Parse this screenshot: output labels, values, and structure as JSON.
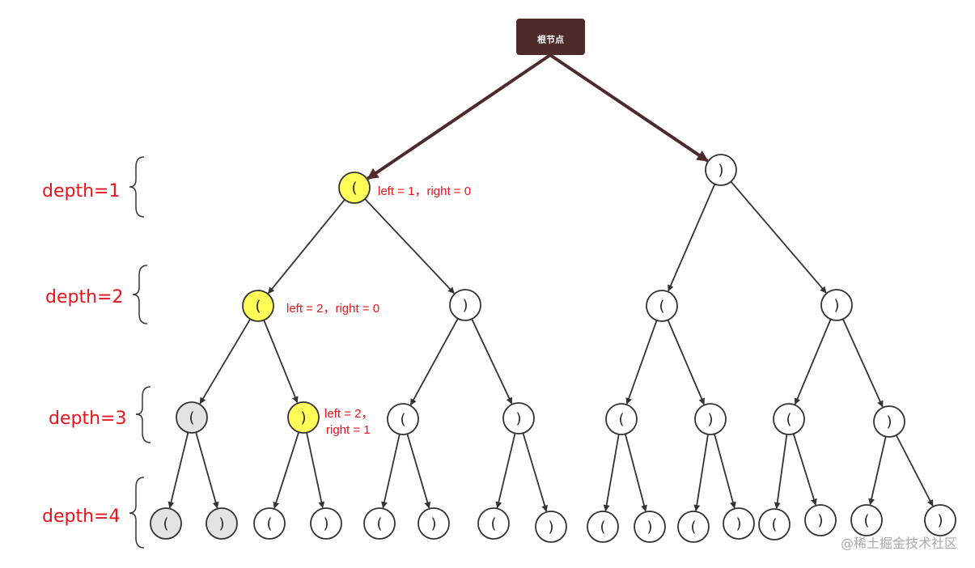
{
  "root": {
    "label": "根节点",
    "fill": "#4e2a2a"
  },
  "depth_labels": [
    "depth=1",
    "depth=2",
    "depth=3",
    "depth=4"
  ],
  "annotations": [
    [
      "left = 1，right = 0"
    ],
    [
      "left = 2，right = 0"
    ],
    [
      "left = 2，",
      "right = 1"
    ]
  ],
  "watermark": "@稀土掘金技术社区",
  "colors": {
    "highlight": "#ffff57",
    "visited": "#e3e3e3",
    "default": "#ffffff",
    "edge": "#333333",
    "root_edge": "#4e2a2a",
    "annotation": "#e8141b"
  },
  "tree": {
    "levels": [
      [
        "(",
        ")"
      ],
      [
        "(",
        ")",
        "(",
        ")"
      ],
      [
        "(",
        ")",
        "(",
        ")",
        "(",
        ")",
        "(",
        ")"
      ],
      [
        "(",
        ")",
        "(",
        ")",
        "(",
        ")",
        "(",
        ")",
        "(",
        ")",
        "(",
        ")",
        "(",
        ")",
        "(",
        ")"
      ]
    ],
    "highlighted_path": [
      [
        1,
        0
      ],
      [
        2,
        0
      ],
      [
        3,
        1
      ]
    ],
    "visited": [
      [
        3,
        0
      ],
      [
        4,
        0
      ],
      [
        4,
        1
      ]
    ]
  }
}
